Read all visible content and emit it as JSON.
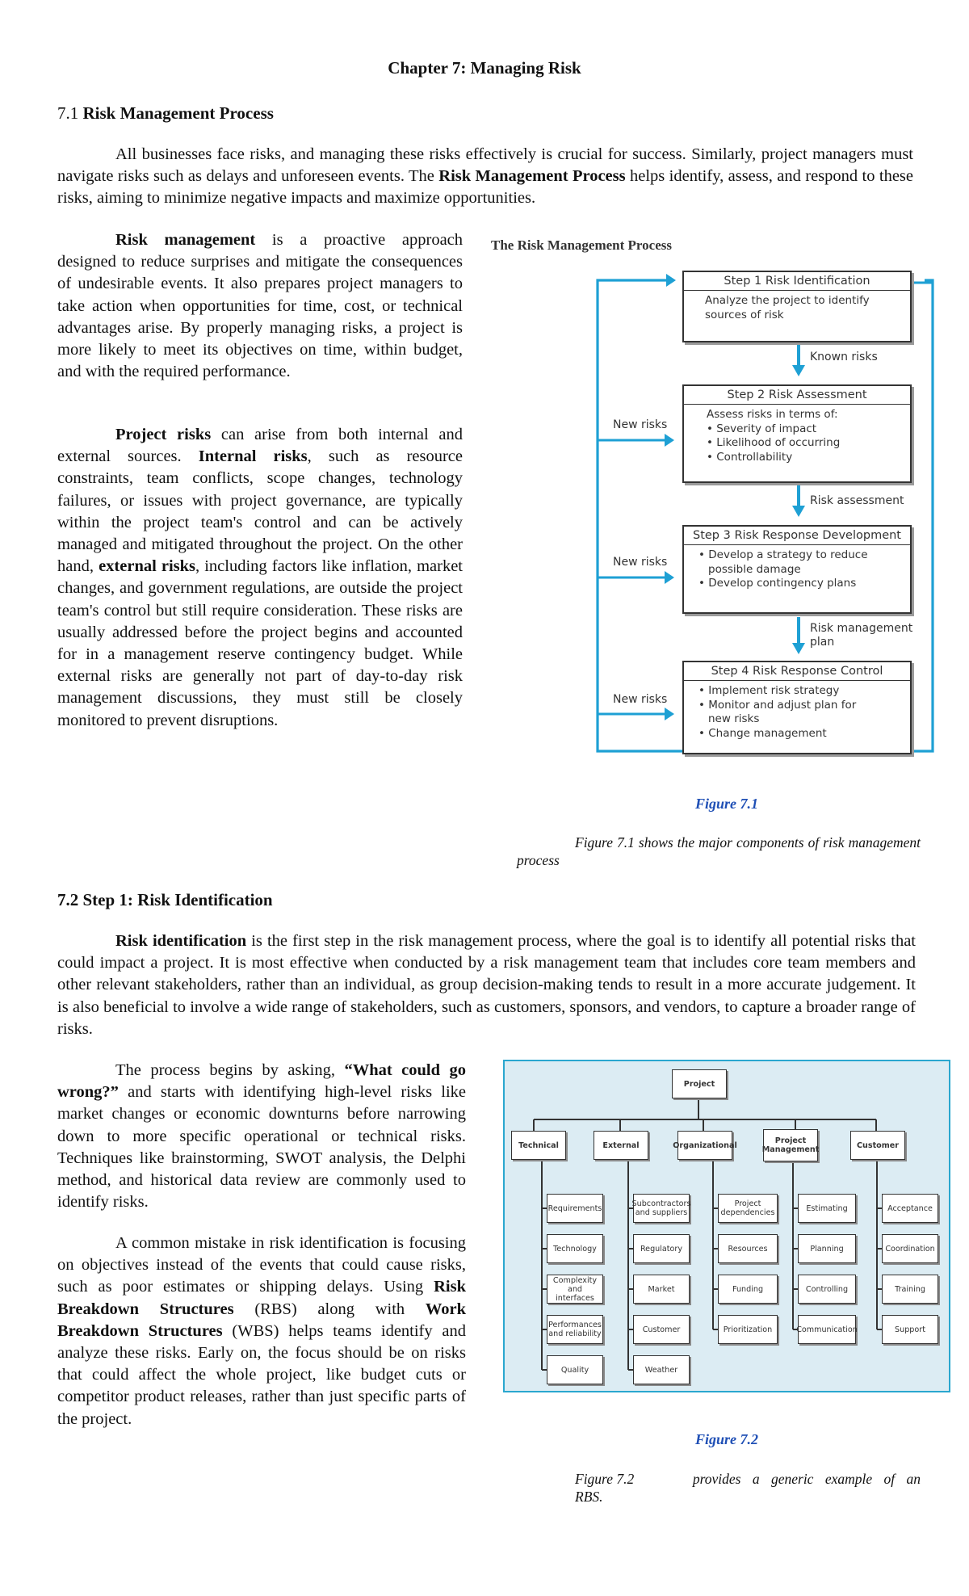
{
  "chapter_title": "Chapter 7: Managing Risk",
  "sec71": {
    "num": "7.1",
    "title": "Risk Management Process"
  },
  "intro": {
    "a": "All businesses face risks, and managing these risks effectively is crucial for success. Similarly, project managers must navigate risks such as delays and unforeseen events. The",
    "b": "Risk Management Process",
    "c": "helps identify, assess, and respond to these risks, aiming to minimize negative impacts and maximize opportunities."
  },
  "rm_para": {
    "a": "Risk management",
    "b": "is a proactive approach designed to reduce surprises and mitigate the consequences of undesirable events. It also prepares project managers to take action when opportunities for time, cost, or technical advantages arise. By properly managing risks, a project is more likely to meet its objectives on time, within budget, and with the required performance."
  },
  "pr_para": {
    "a": "Project risks",
    "b": "can arise from both internal and external sources.",
    "c": "Internal risks",
    "d": ", such as resource constraints, team conflicts, scope changes, technology failures, or issues with project governance, are typically within the project team's control and can be actively managed and mitigated throughout the project. On the other hand,",
    "e": "external risks",
    "f": ", including factors like inflation, market changes, and government regulations, are outside the project team's control but still require consideration. These risks are usually addressed before the project begins and accounted for in a management reserve contingency budget. While external risks are generally not part of day-to-day risk management discussions, they must still be closely monitored to prevent disruptions."
  },
  "fig1": {
    "title": "The Risk Management Process",
    "steps": [
      {
        "title": "Step 1 Risk Identification",
        "lines": [
          "Analyze the project to identify",
          "sources of risk"
        ]
      },
      {
        "title": "Step 2 Risk Assessment",
        "lines": [
          "Assess risks in terms of:",
          "• Severity of impact",
          "• Likelihood of occurring",
          "• Controllability"
        ]
      },
      {
        "title": "Step 3 Risk Response Development",
        "lines": [
          "• Develop a strategy to reduce",
          "possible damage",
          "• Develop contingency plans"
        ]
      },
      {
        "title": "Step 4 Risk Response Control",
        "lines": [
          "• Implement risk strategy",
          "• Monitor and adjust plan for",
          "new risks",
          "• Change management"
        ]
      }
    ],
    "flows": [
      "Known risks",
      "Risk assessment",
      "Risk management",
      "plan"
    ],
    "new_risks": "New risks",
    "label": "Figure 7.1",
    "caption": "Figure 7.1 shows the major components of risk management process"
  },
  "sec72": {
    "title": "7.2 Step 1: Risk Identification"
  },
  "ri_para": {
    "a": "Risk identification",
    "b": "is the first step in the risk management process, where the goal is to identify all potential risks that could impact a project. It is most effective when conducted by a risk management team that includes core team members and other relevant stakeholders, rather than an individual, as group decision-making tends to result in a more accurate judgement. It is also beneficial to involve a wide range of stakeholders, such as customers, sponsors, and vendors, to capture a broader range of risks."
  },
  "proc_para": {
    "a": "The process begins by asking,",
    "b": "“What could go wrong?”",
    "c": "and starts with identifying high-level risks like market changes or economic downturns before narrowing down to more specific operational or technical risks. Techniques like brainstorming, SWOT analysis, the Delphi method, and historical data review are commonly used to identify risks."
  },
  "mistake_para": {
    "a": "A common mistake in risk identification is focusing on objectives instead of the events that could cause risks, such as poor estimates or shipping delays. Using",
    "b": "Risk Breakdown Structures",
    "c": "(RBS) along with",
    "d": "Work Breakdown Structures",
    "e": "(WBS) helps teams identify and analyze these risks. Early on, the focus should be on risks that could affect the whole project, like budget cuts or competitor product releases, rather than just specific parts of the project."
  },
  "rbs": {
    "root": "Project",
    "categories": [
      {
        "name": "Technical",
        "items": [
          "Requirements",
          "Technology",
          "Complexity and interfaces",
          "Performances and reliability",
          "Quality"
        ]
      },
      {
        "name": "External",
        "items": [
          "Subcontractors and suppliers",
          "Regulatory",
          "Market",
          "Customer",
          "Weather"
        ]
      },
      {
        "name": "Organizational",
        "items": [
          "Project dependencies",
          "Resources",
          "Funding",
          "Prioritization"
        ]
      },
      {
        "name": "Project Management",
        "items": [
          "Estimating",
          "Planning",
          "Controlling",
          "Communication"
        ]
      },
      {
        "name": "Customer",
        "items": [
          "Acceptance",
          "Coordination",
          "Training",
          "Support"
        ]
      }
    ],
    "label": "Figure 7.2",
    "caption_a": "Figure 7.2",
    "caption_b": "provides a generic example of an",
    "caption_c": "RBS."
  },
  "colors": {
    "diagram_blue": "#1ea0d4",
    "figure_label": "#1f4fb5",
    "rbs_bg": "#dcecf3"
  }
}
